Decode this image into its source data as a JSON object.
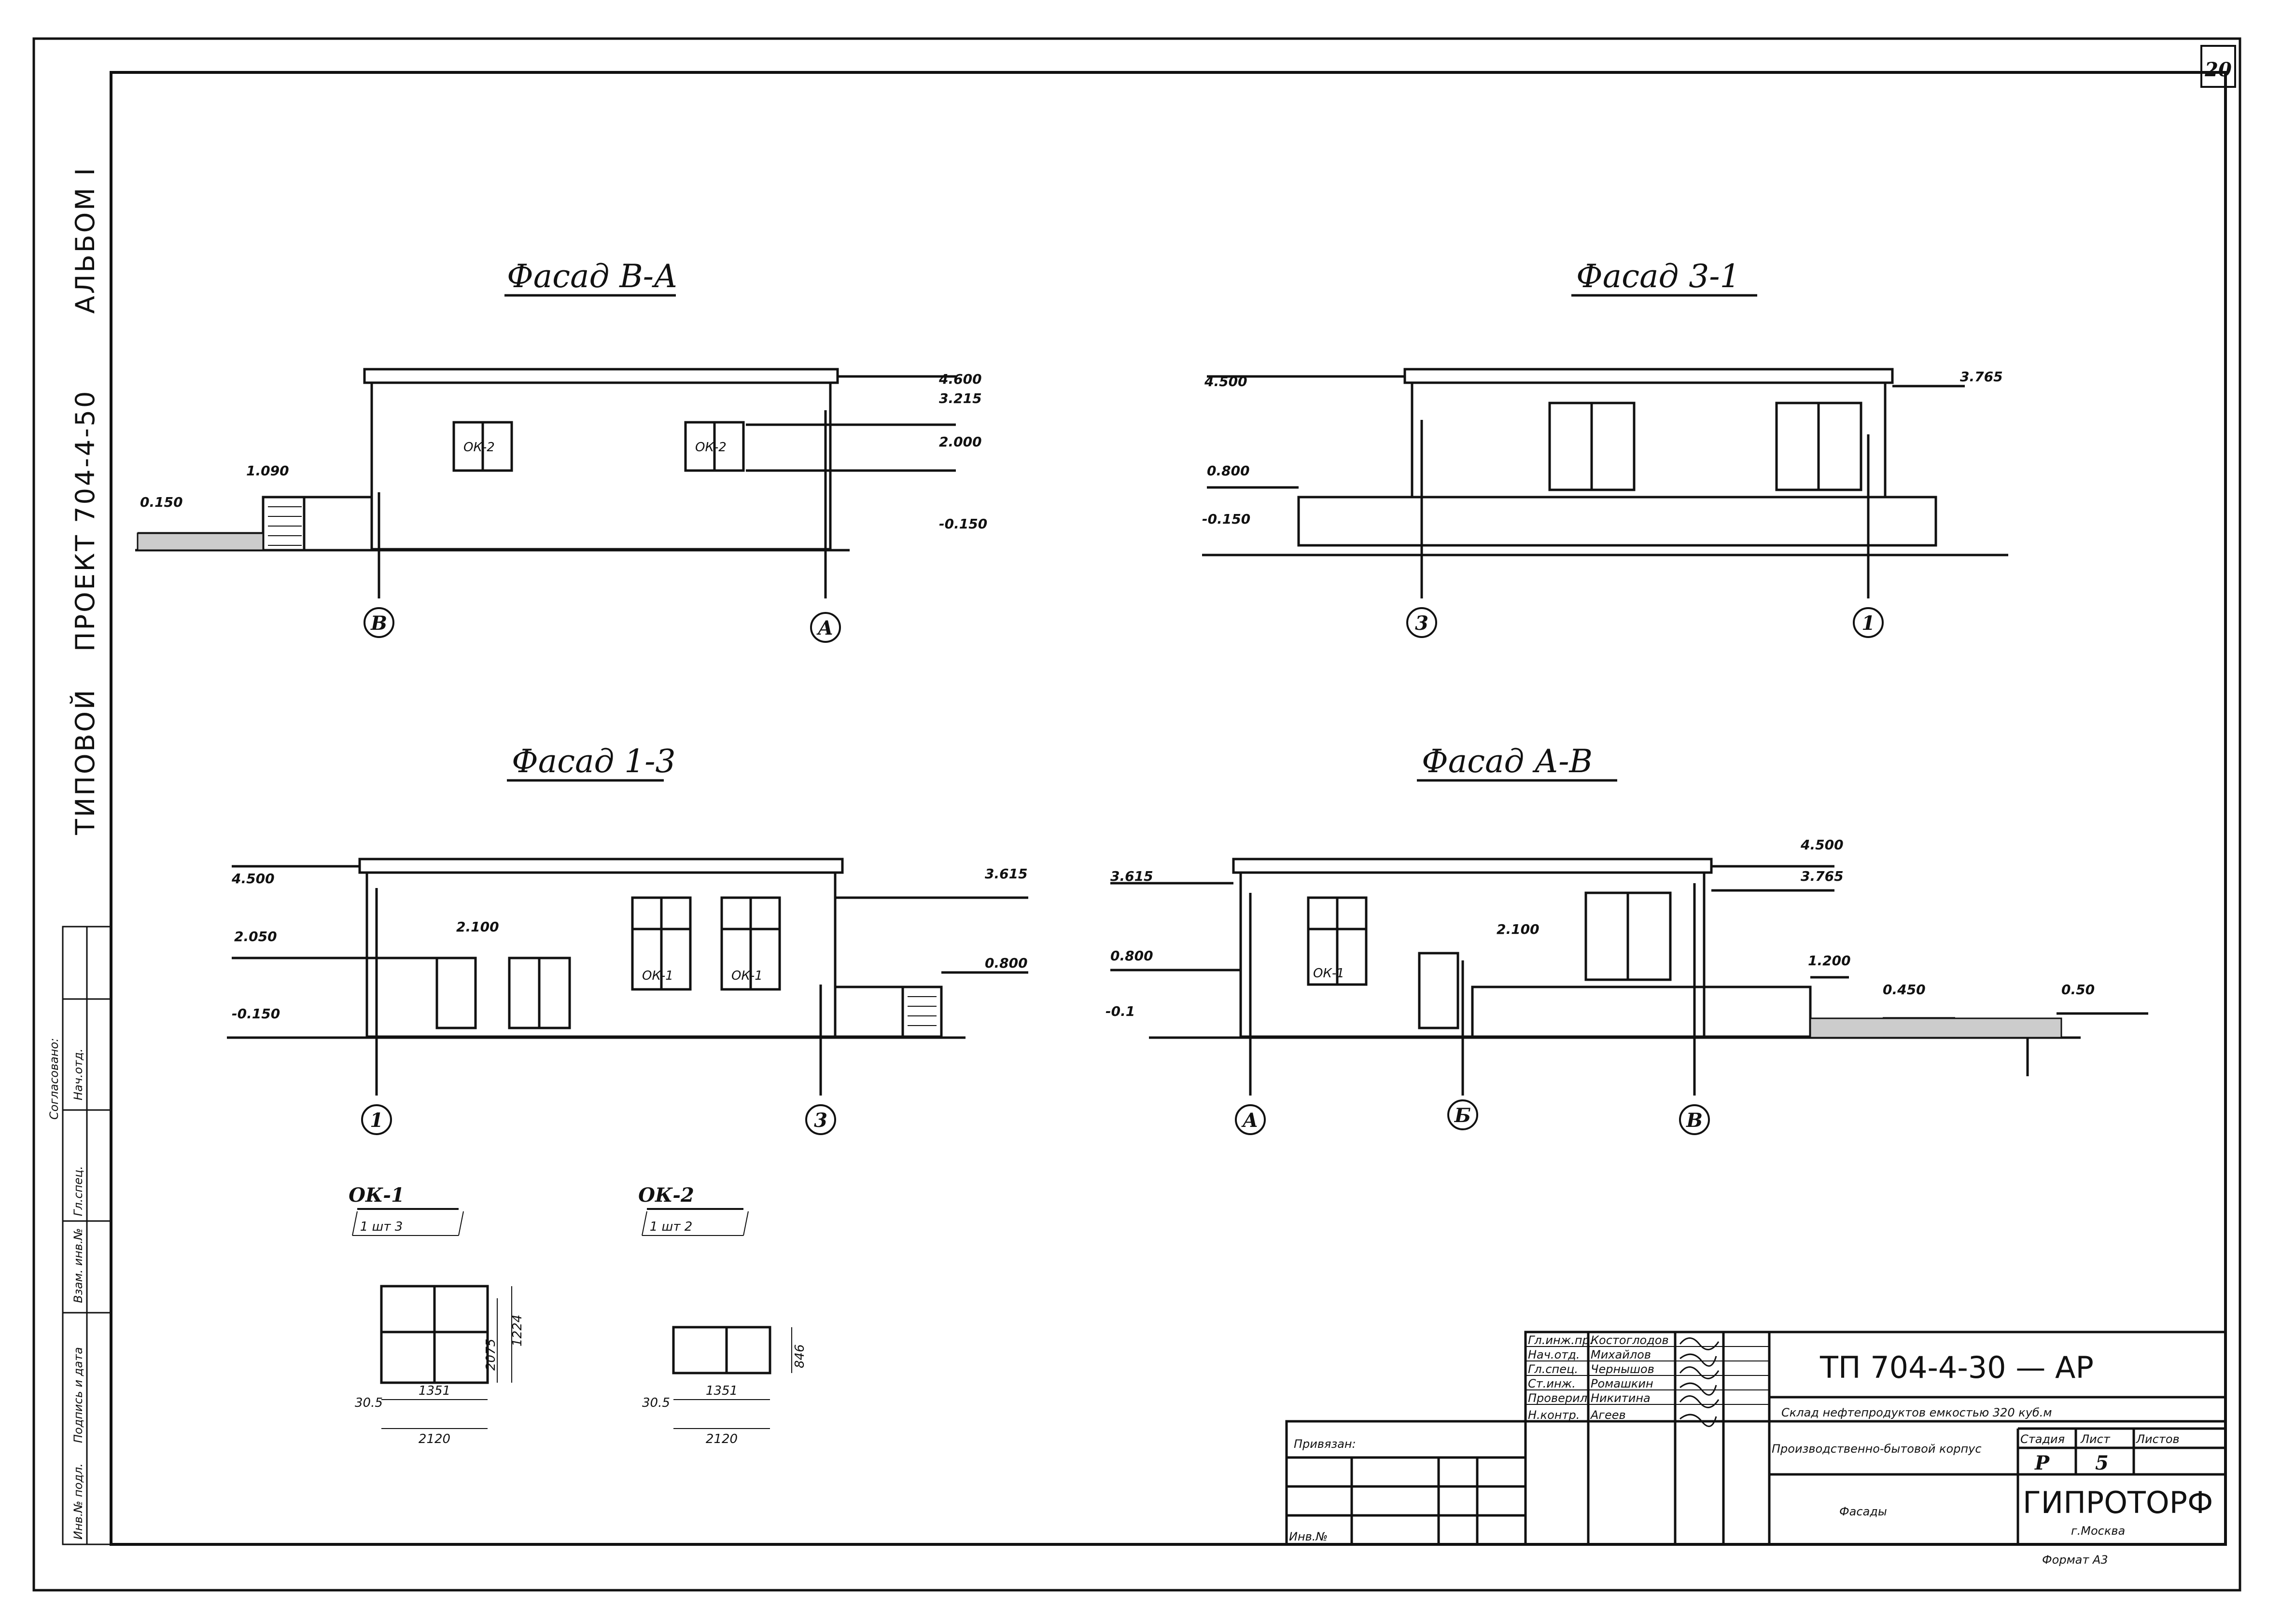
{
  "sheet_number": "20",
  "side_label": {
    "typical": "ТИПОВОЙ",
    "project": "ПРОЕКТ 704-4-50",
    "album": "АЛЬБОМ I"
  },
  "side_stamp": {
    "agreed": "Согласовано:",
    "rows": [
      "Инв.№ подл.",
      "Подпись и дата",
      "Взам. инв.№",
      "Гл.спец.",
      "Нач.отд."
    ]
  },
  "facades": [
    {
      "title": "Фасад В-А",
      "axes": [
        "В",
        "А"
      ],
      "levels": [
        "4.600",
        "3.215",
        "2.000",
        "-0.150",
        "1.090",
        "0.150"
      ],
      "marks": [
        "ОК-2",
        "ОК-2"
      ]
    },
    {
      "title": "Фасад 3-1",
      "axes": [
        "3",
        "1"
      ],
      "levels": [
        "4.500",
        "3.765",
        "0.800",
        "-0.150"
      ],
      "marks": []
    },
    {
      "title": "Фасад 1-3",
      "axes": [
        "1",
        "3"
      ],
      "levels": [
        "4.500",
        "3.615",
        "2.050",
        "2.100",
        "0.800",
        "-0.150"
      ],
      "marks": [
        "ОК-1",
        "ОК-1"
      ]
    },
    {
      "title": "Фасад А-В",
      "axes": [
        "А",
        "Б",
        "В"
      ],
      "levels": [
        "4.500",
        "3.765",
        "3.615",
        "0.800",
        "2.100",
        "1.200",
        "0.450",
        "0.50",
        "-0.1"
      ],
      "marks": [
        "ОК-1"
      ]
    }
  ],
  "windows": [
    {
      "name": "ОК-1",
      "count": "1 шт 3",
      "dims": [
        "2120",
        "1351",
        "30.5",
        "2075",
        "1224"
      ]
    },
    {
      "name": "ОК-2",
      "count": "1 шт 2",
      "dims": [
        "2120",
        "1351",
        "30.5",
        "846"
      ]
    }
  ],
  "title_block": {
    "code": "ТП 704-4-30 — АР",
    "object": "Склад нефтепродуктов емкостью 320 куб.м",
    "building": "Производственно-бытовой корпус",
    "sheet_name": "Фасады",
    "stage_header": "Стадия",
    "sheet_header": "Лист",
    "sheets_header": "Листов",
    "stage": "Р",
    "sheet": "5",
    "org": "ГИПРОТОРФ",
    "city": "г.Москва",
    "format": "Формат А3",
    "binding": "Привязан:",
    "inv": "Инв.№",
    "roles": [
      "Гл.инж.пр.",
      "Нач.отд.",
      "Гл.спец.",
      "Ст.инж.",
      "Проверил",
      "Н.контр."
    ],
    "names": [
      "Костоглодов",
      "Михайлов",
      "Чернышов",
      "Ромашкин",
      "Никитина",
      "Агеев"
    ]
  }
}
